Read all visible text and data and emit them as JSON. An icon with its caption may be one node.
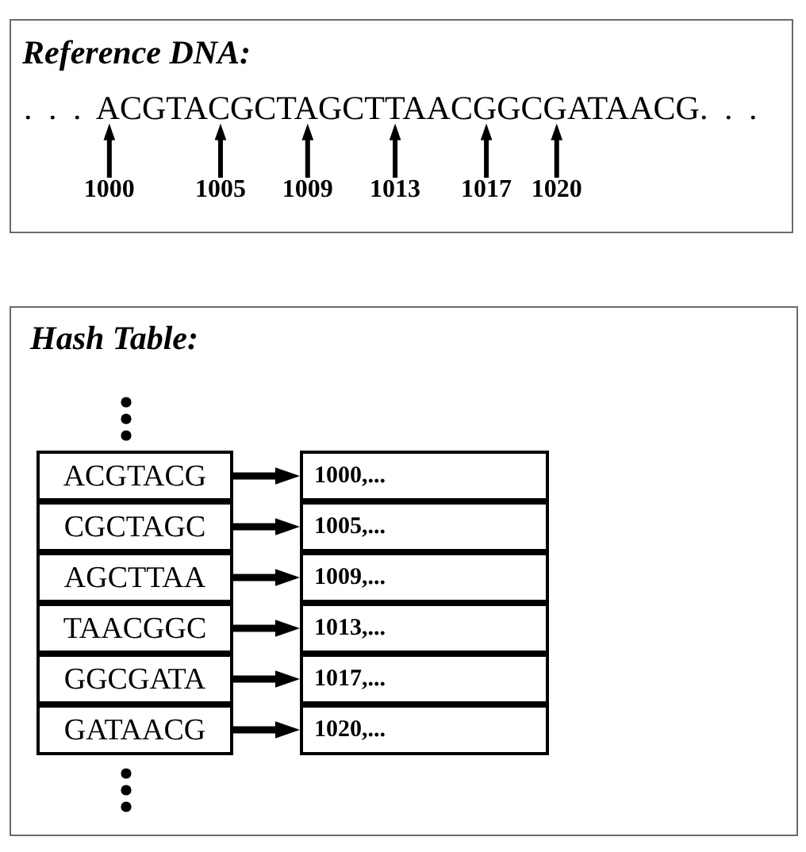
{
  "diagram": {
    "nodes": [
      {
        "text": [
          "Reference DNA:"
        ]
      },
      {
        "text": [
          ". . . ACGTACGCTAGCTTAACGGCGATAACG. . ."
        ],
        "in": 0
      },
      {
        "text": [
          "1000"
        ],
        "in": 0
      },
      {
        "text": [
          "1005"
        ],
        "in": 0
      },
      {
        "text": [
          "1009"
        ],
        "in": 0
      },
      {
        "text": [
          "1013"
        ],
        "in": 0
      },
      {
        "text": [
          "1017"
        ],
        "in": 0
      },
      {
        "text": [
          "1020"
        ],
        "in": 0
      },
      {
        "text": [
          "Hash Table:"
        ]
      },
      {
        "text": [
          "ACGTACG"
        ],
        "in": 8
      },
      {
        "text": [
          "1000,..."
        ],
        "in": 8
      },
      {
        "text": [
          "CGCTAGC"
        ],
        "in": 8
      },
      {
        "text": [
          "1005,..."
        ],
        "in": 8
      },
      {
        "text": [
          "AGCTTAA"
        ],
        "in": 8
      },
      {
        "text": [
          "1009,..."
        ],
        "in": 8
      },
      {
        "text": [
          "TAACGGC"
        ],
        "in": 8
      },
      {
        "text": [
          "1013,..."
        ],
        "in": 8
      },
      {
        "text": [
          "GGCGATA"
        ],
        "in": 8
      },
      {
        "text": [
          "1017,..."
        ],
        "in": 8
      },
      {
        "text": [
          "GATAACG"
        ],
        "in": 8
      },
      {
        "text": [
          "1020,..."
        ],
        "in": 8
      }
    ],
    "edges": [
      {
        "from": 2,
        "to": 1,
        "arrow": "to"
      },
      {
        "from": 3,
        "to": 1,
        "arrow": "to"
      },
      {
        "from": 4,
        "to": 1,
        "arrow": "to"
      },
      {
        "from": 5,
        "to": 1,
        "arrow": "to"
      },
      {
        "from": 6,
        "to": 1,
        "arrow": "to"
      },
      {
        "from": 7,
        "to": 1,
        "arrow": "to"
      },
      {
        "from": 9,
        "to": 10,
        "arrow": "to"
      },
      {
        "from": 11,
        "to": 12,
        "arrow": "to"
      },
      {
        "from": 13,
        "to": 14,
        "arrow": "to"
      },
      {
        "from": 15,
        "to": 16,
        "arrow": "to"
      },
      {
        "from": 17,
        "to": 18,
        "arrow": "to"
      },
      {
        "from": 19,
        "to": 20,
        "arrow": "to"
      }
    ]
  }
}
